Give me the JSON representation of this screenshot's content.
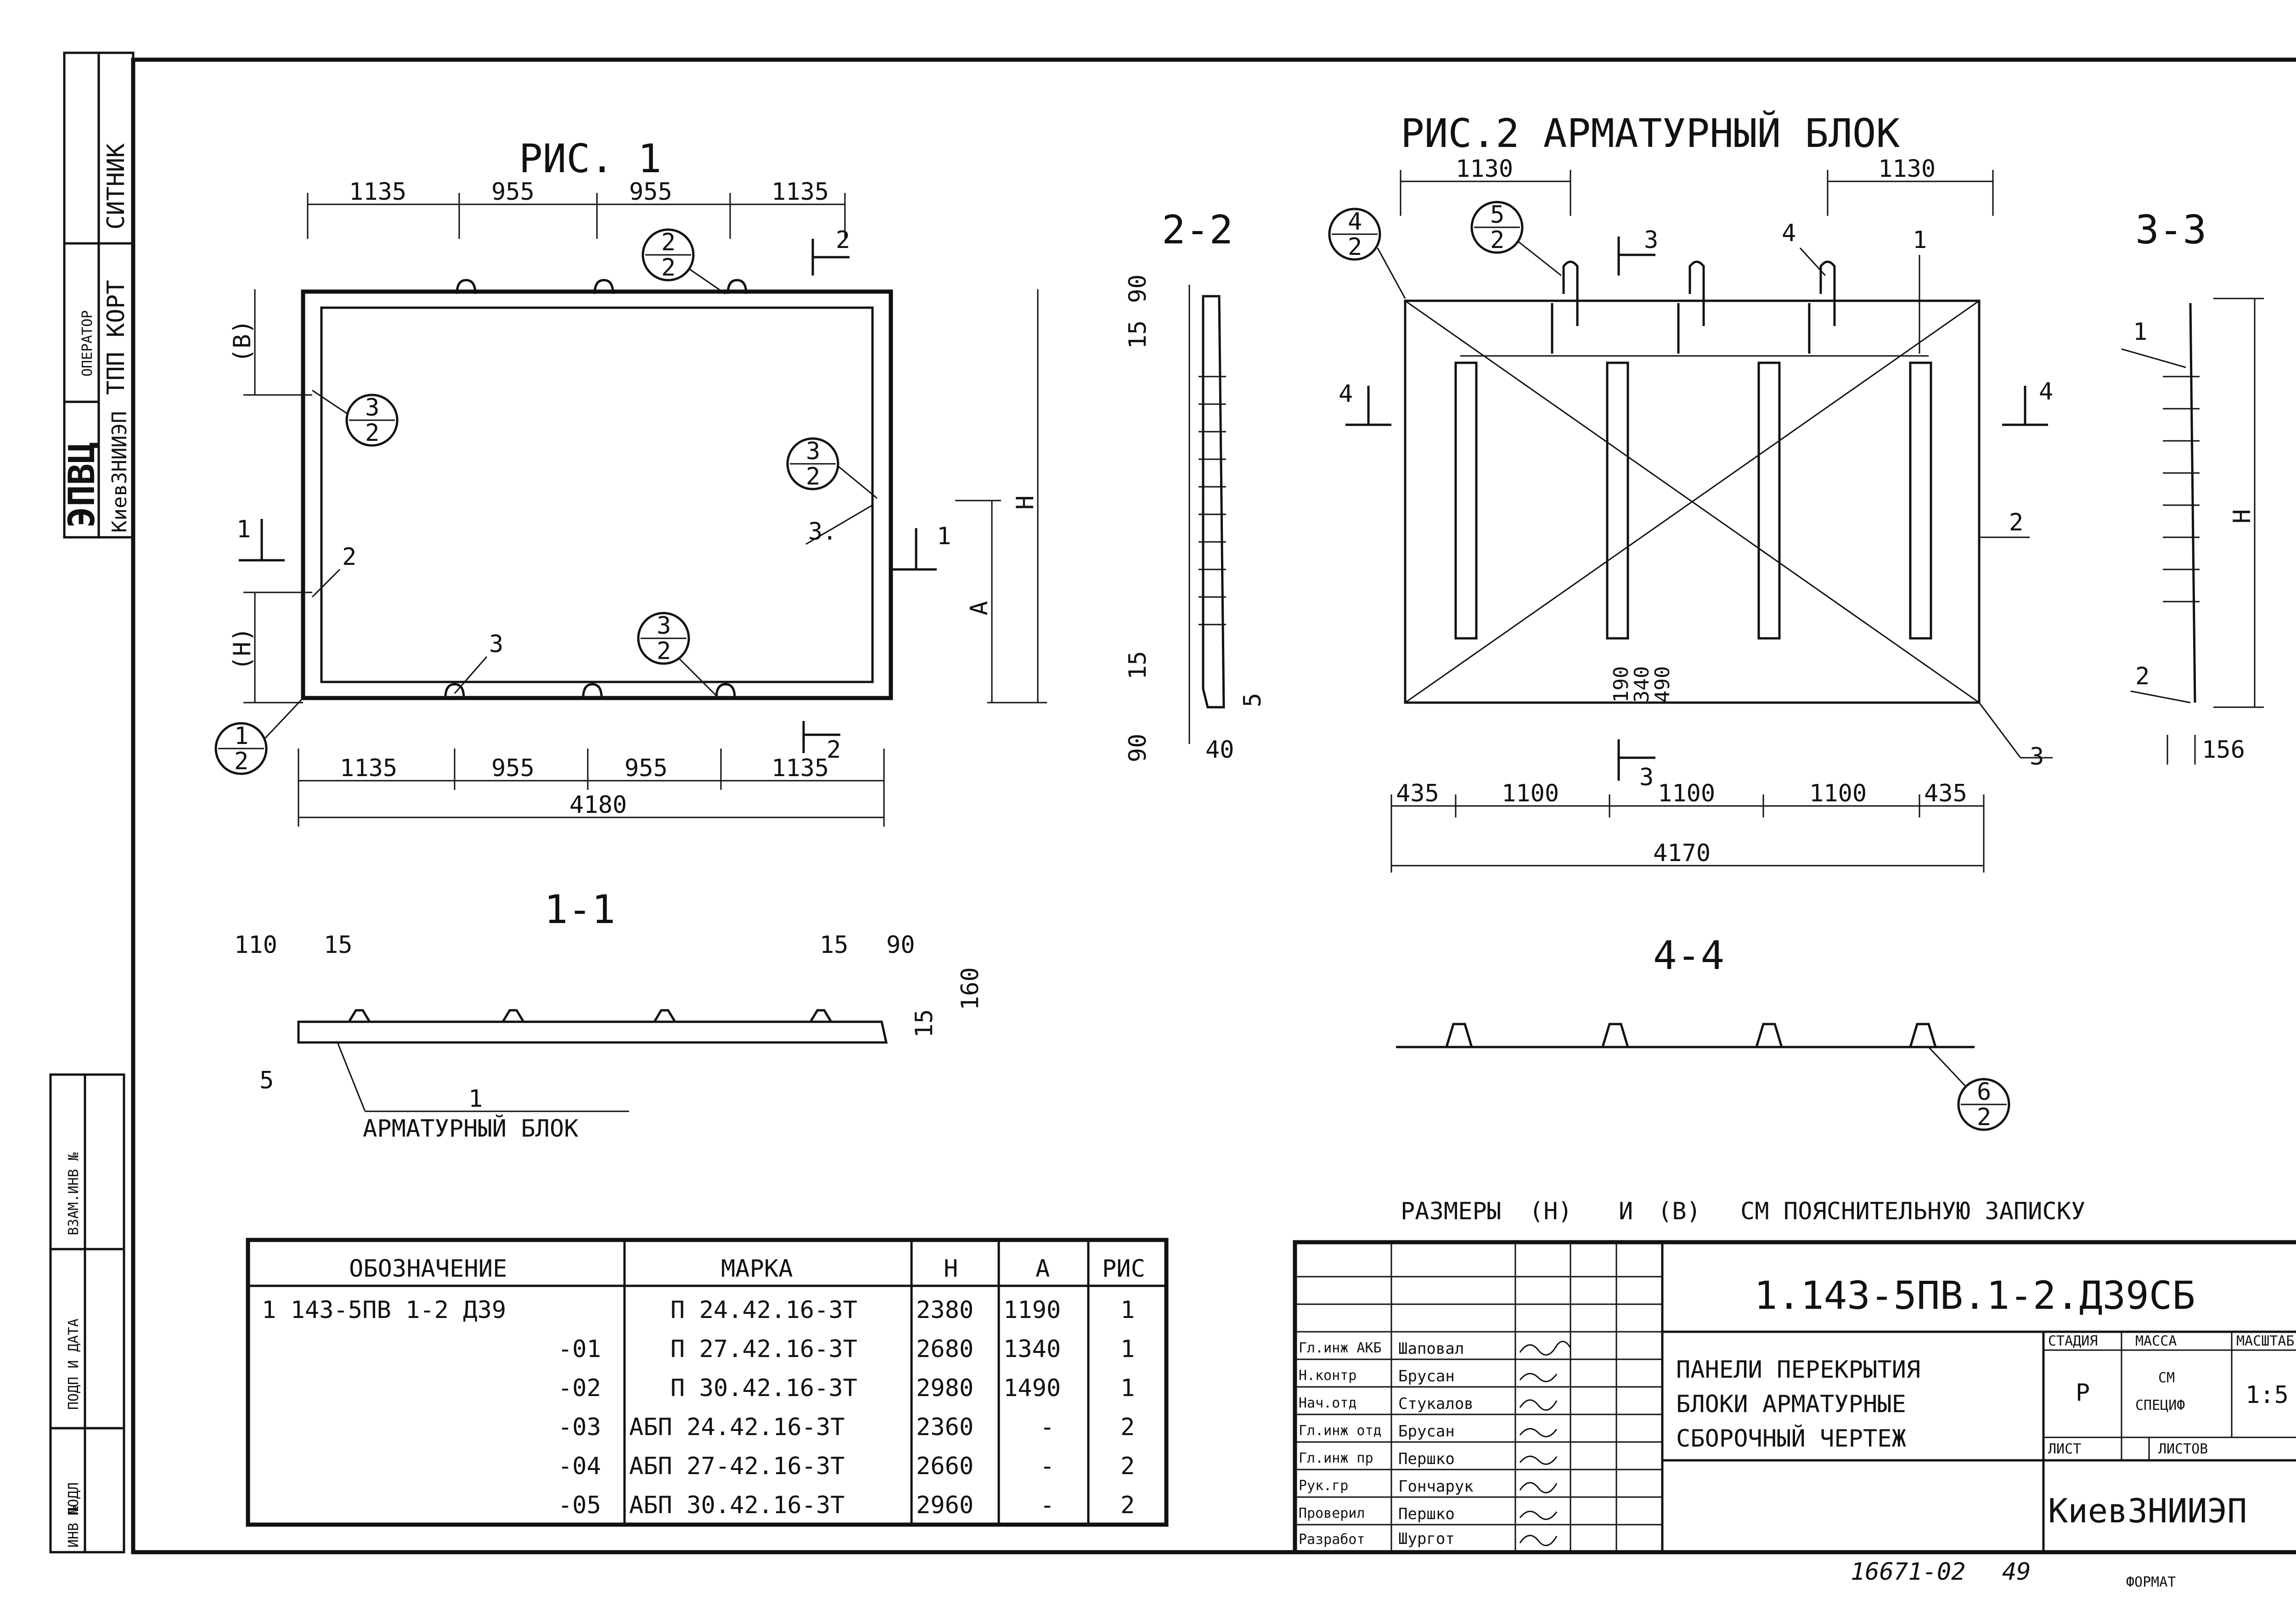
{
  "side_stamp": {
    "org": "ЭПВЦ",
    "institute": "КиевЗНИИЭП",
    "operator_label": "ОПЕРАТОР",
    "dept": "ТПП КОРТ",
    "name": "СИТНИК"
  },
  "side_strip": {
    "zam_inv": "ВЗАМ.ИНВ №",
    "podp_data": "ПОДП И ДАТА",
    "podl": "ПОДЛ",
    "inv": "ИНВ №"
  },
  "fig1": {
    "title": "РИС. 1",
    "top_dims": [
      "1135",
      "955",
      "955",
      "1135"
    ],
    "bottom_dims": [
      "1135",
      "955",
      "955",
      "1135"
    ],
    "total": "4180",
    "label_B": "(В)",
    "label_H_paren": "(Н)",
    "label_H": "Н",
    "label_A": "А",
    "callouts": [
      {
        "top": "2",
        "bottom": "2"
      },
      {
        "top": "3",
        "bottom": "2"
      },
      {
        "top": "3",
        "bottom": "2"
      },
      {
        "top": "3",
        "bottom": "2"
      },
      {
        "top": "1",
        "bottom": "2"
      }
    ],
    "leader_labels": [
      "2",
      "3",
      "3."
    ],
    "section_marks": [
      "2",
      "2",
      "1",
      "1"
    ]
  },
  "sec22": {
    "title": "2-2",
    "dims": [
      "90",
      "15",
      "15",
      "90",
      "5",
      "40"
    ]
  },
  "sec11": {
    "title": "1-1",
    "dims_left": [
      "110",
      "15"
    ],
    "dims_right": [
      "15",
      "90"
    ],
    "dim_h": [
      "160",
      "15"
    ],
    "dim_bottom": "5",
    "leader_num": "1",
    "leader_text": "АРМАТУРНЫЙ БЛОК"
  },
  "fig2": {
    "title": "РИС.2 АРМАТУРНЫЙ БЛОК",
    "top_dims": [
      "1130",
      "1130"
    ],
    "bottom_dims": [
      "435",
      "1100",
      "1100",
      "1100",
      "435"
    ],
    "total": "4170",
    "vert_dims": [
      "190",
      "340",
      "490"
    ],
    "callouts": [
      {
        "top": "4",
        "bottom": "2"
      },
      {
        "top": "5",
        "bottom": "2"
      }
    ],
    "leader_labels": [
      "4",
      "1",
      "2",
      "3"
    ],
    "section_marks": [
      "3",
      "3",
      "4",
      "4"
    ]
  },
  "sec33": {
    "title": "3-3",
    "label_H": "Н",
    "leaders": [
      "1",
      "2"
    ],
    "dim": "156"
  },
  "sec44": {
    "title": "4-4",
    "callout": {
      "top": "6",
      "bottom": "2"
    }
  },
  "note": {
    "prefix": "РАЗМЕРЫ",
    "h": "(Н)",
    "and": "И",
    "b": "(В)",
    "suffix": "СМ ПОЯСНИТЕЛЬНУЮ ЗАПИСКУ"
  },
  "spec_table": {
    "headers": [
      "ОБОЗНАЧЕНИЕ",
      "МАРКА",
      "Н",
      "А",
      "РИС"
    ],
    "rows": [
      [
        "1 143-5ПВ 1-2 Д39",
        "П 24.42.16-3Т",
        "2380",
        "1190",
        "1"
      ],
      [
        "-01",
        "П 27.42.16-3Т",
        "2680",
        "1340",
        "1"
      ],
      [
        "-02",
        "П 30.42.16-3Т",
        "2980",
        "1490",
        "1"
      ],
      [
        "-03",
        "АБП 24.42.16-3Т",
        "2360",
        "-",
        "2"
      ],
      [
        "-04",
        "АБП 27-42.16-3Т",
        "2660",
        "-",
        "2"
      ],
      [
        "-05",
        "АБП 30.42.16-3Т",
        "2960",
        "-",
        "2"
      ]
    ]
  },
  "title_block": {
    "code": "1.143-5ПВ.1-2.Д39СБ",
    "title_lines": [
      "ПАНЕЛИ ПЕРЕКРЫТИЯ",
      "БЛОКИ АРМАТУРНЫЕ",
      "СБОРОЧНЫЙ ЧЕРТЕЖ"
    ],
    "stadia_label": "СТАДИЯ",
    "massa_label": "МАССА",
    "masshtab_label": "МАСШТАБ",
    "stadia": "Р",
    "massa_line1": "СМ",
    "massa_line2": "СПЕЦИФ",
    "masshtab": "1:5",
    "list_label": "ЛИСТ",
    "listov_label": "ЛИСТОВ",
    "org": "КиевЗНИИЭП",
    "people": [
      {
        "role": "Гл.инж АКБ",
        "name": "Шаповал"
      },
      {
        "role": "Н.контр",
        "name": "Брусан"
      },
      {
        "role": "Нач.отд",
        "name": "Стукалов"
      },
      {
        "role": "Гл.инж отд",
        "name": "Брусан"
      },
      {
        "role": "Гл.инж пр",
        "name": "Першко"
      },
      {
        "role": "Рук.гр",
        "name": "Гончарук"
      },
      {
        "role": "Проверил",
        "name": "Першко"
      },
      {
        "role": "Разработ",
        "name": "Шургот"
      }
    ]
  },
  "footer": {
    "number": "16671-02",
    "sheet": "49",
    "format": "ФОРМАТ"
  }
}
